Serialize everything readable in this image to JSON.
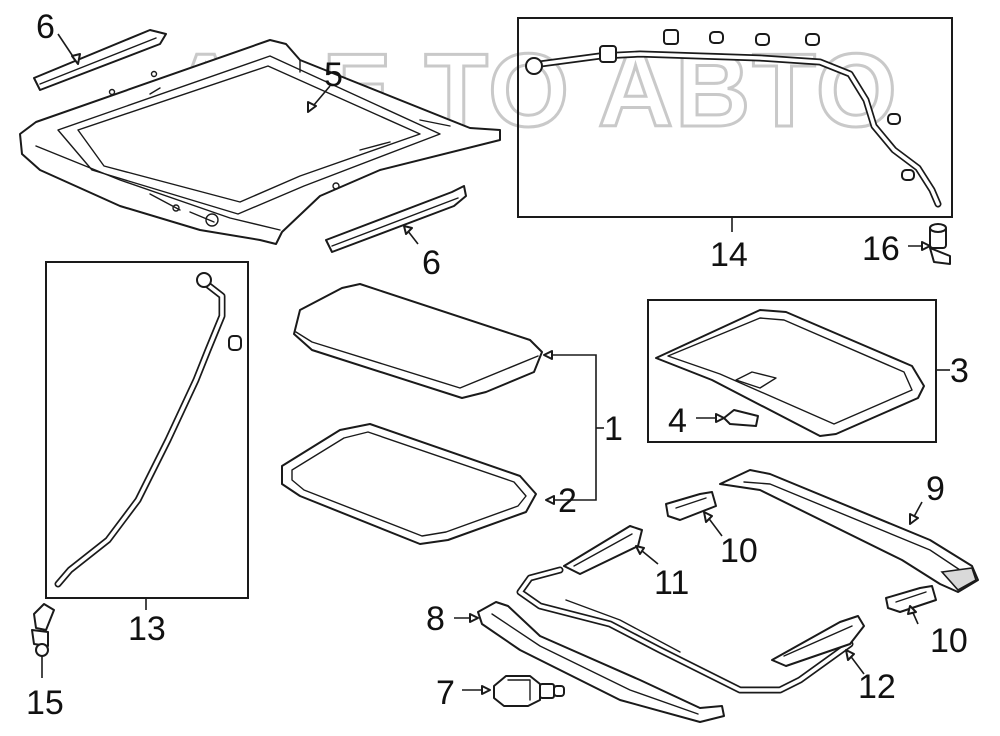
{
  "watermark": "AAE TO ABTO",
  "callouts": {
    "c1": "1",
    "c2": "2",
    "c3": "3",
    "c4": "4",
    "c5": "5",
    "c6a": "6",
    "c6b": "6",
    "c7": "7",
    "c8": "8",
    "c9": "9",
    "c10a": "10",
    "c10b": "10",
    "c11": "11",
    "c12": "12",
    "c13": "13",
    "c14": "14",
    "c15": "15",
    "c16": "16"
  },
  "colors": {
    "line": "#1a1a1a",
    "watermark": "#c9c9c9",
    "background": "#ffffff"
  }
}
